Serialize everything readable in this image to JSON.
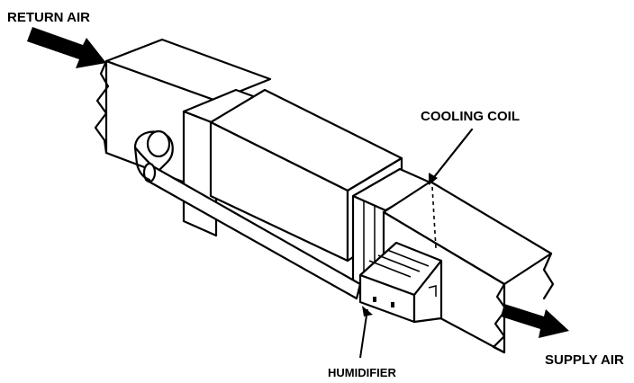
{
  "diagram": {
    "labels": {
      "return_air": "RETURN AIR",
      "cooling_coil": "COOLING COIL",
      "humidifier": "HUMIDIFIER",
      "supply_air": "SUPPLY AIR"
    },
    "colors": {
      "ink": "#000000",
      "background": "#ffffff"
    }
  }
}
